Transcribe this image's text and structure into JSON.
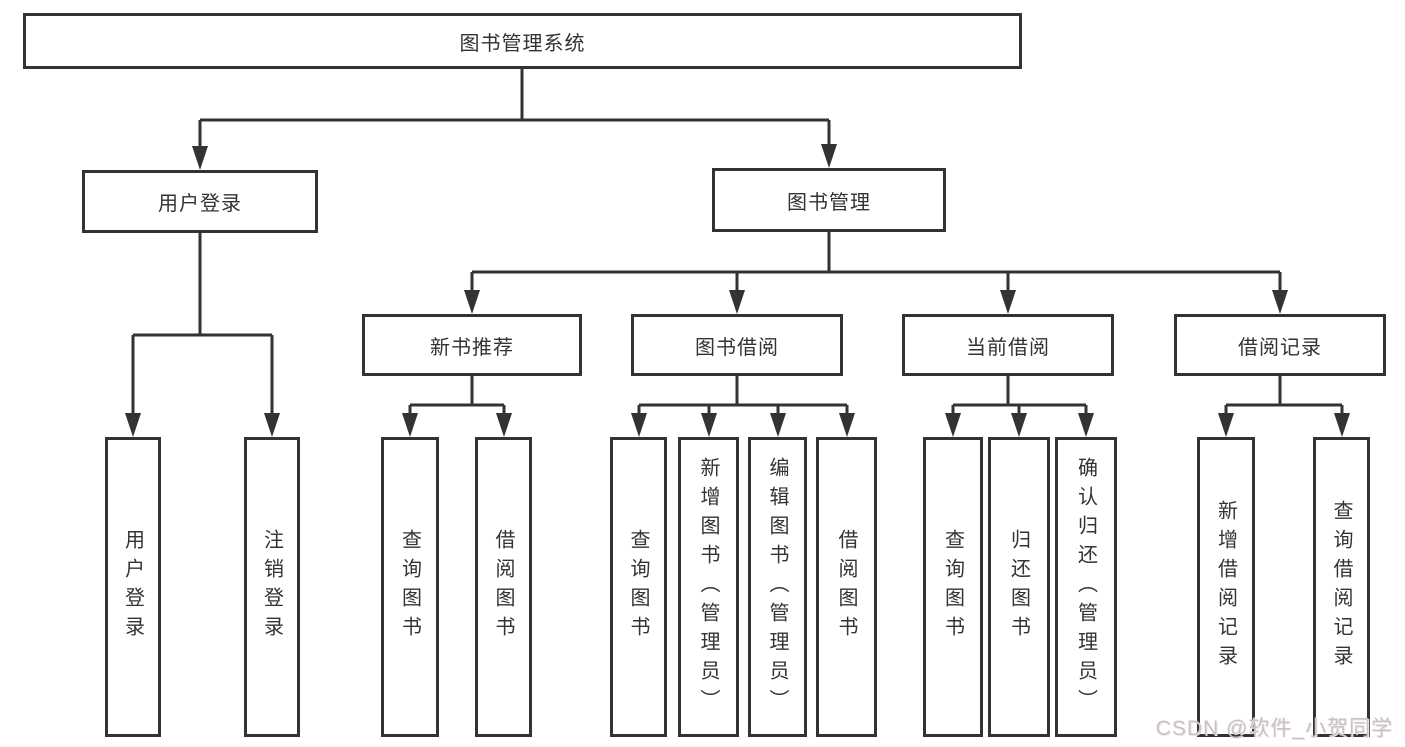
{
  "diagram": {
    "root": {
      "label": "图书管理系统"
    },
    "level2": [
      {
        "label": "用户登录"
      },
      {
        "label": "图书管理"
      }
    ],
    "level3": [
      {
        "label": "新书推荐",
        "parent": "图书管理"
      },
      {
        "label": "图书借阅",
        "parent": "图书管理"
      },
      {
        "label": "当前借阅",
        "parent": "图书管理"
      },
      {
        "label": "借阅记录",
        "parent": "图书管理"
      }
    ],
    "leaves": [
      {
        "label": "用户登录",
        "parent": "用户登录"
      },
      {
        "label": "注销登录",
        "parent": "用户登录"
      },
      {
        "label": "查询图书",
        "parent": "新书推荐"
      },
      {
        "label": "借阅图书",
        "parent": "新书推荐"
      },
      {
        "label": "查询图书",
        "parent": "图书借阅"
      },
      {
        "label": "新增图书（管理员）",
        "parent": "图书借阅"
      },
      {
        "label": "编辑图书（管理员）",
        "parent": "图书借阅"
      },
      {
        "label": "借阅图书",
        "parent": "图书借阅"
      },
      {
        "label": "查询图书",
        "parent": "当前借阅"
      },
      {
        "label": "归还图书",
        "parent": "当前借阅"
      },
      {
        "label": "确认归还（管理员）",
        "parent": "当前借阅"
      },
      {
        "label": "新增借阅记录",
        "parent": "借阅记录"
      },
      {
        "label": "查询借阅记录",
        "parent": "借阅记录"
      }
    ]
  },
  "watermark": {
    "text": "CSDN @软件_小贺同学"
  },
  "colors": {
    "line": "#333333",
    "text": "#333333",
    "background": "#ffffff",
    "watermark": "#c9c2c2"
  }
}
